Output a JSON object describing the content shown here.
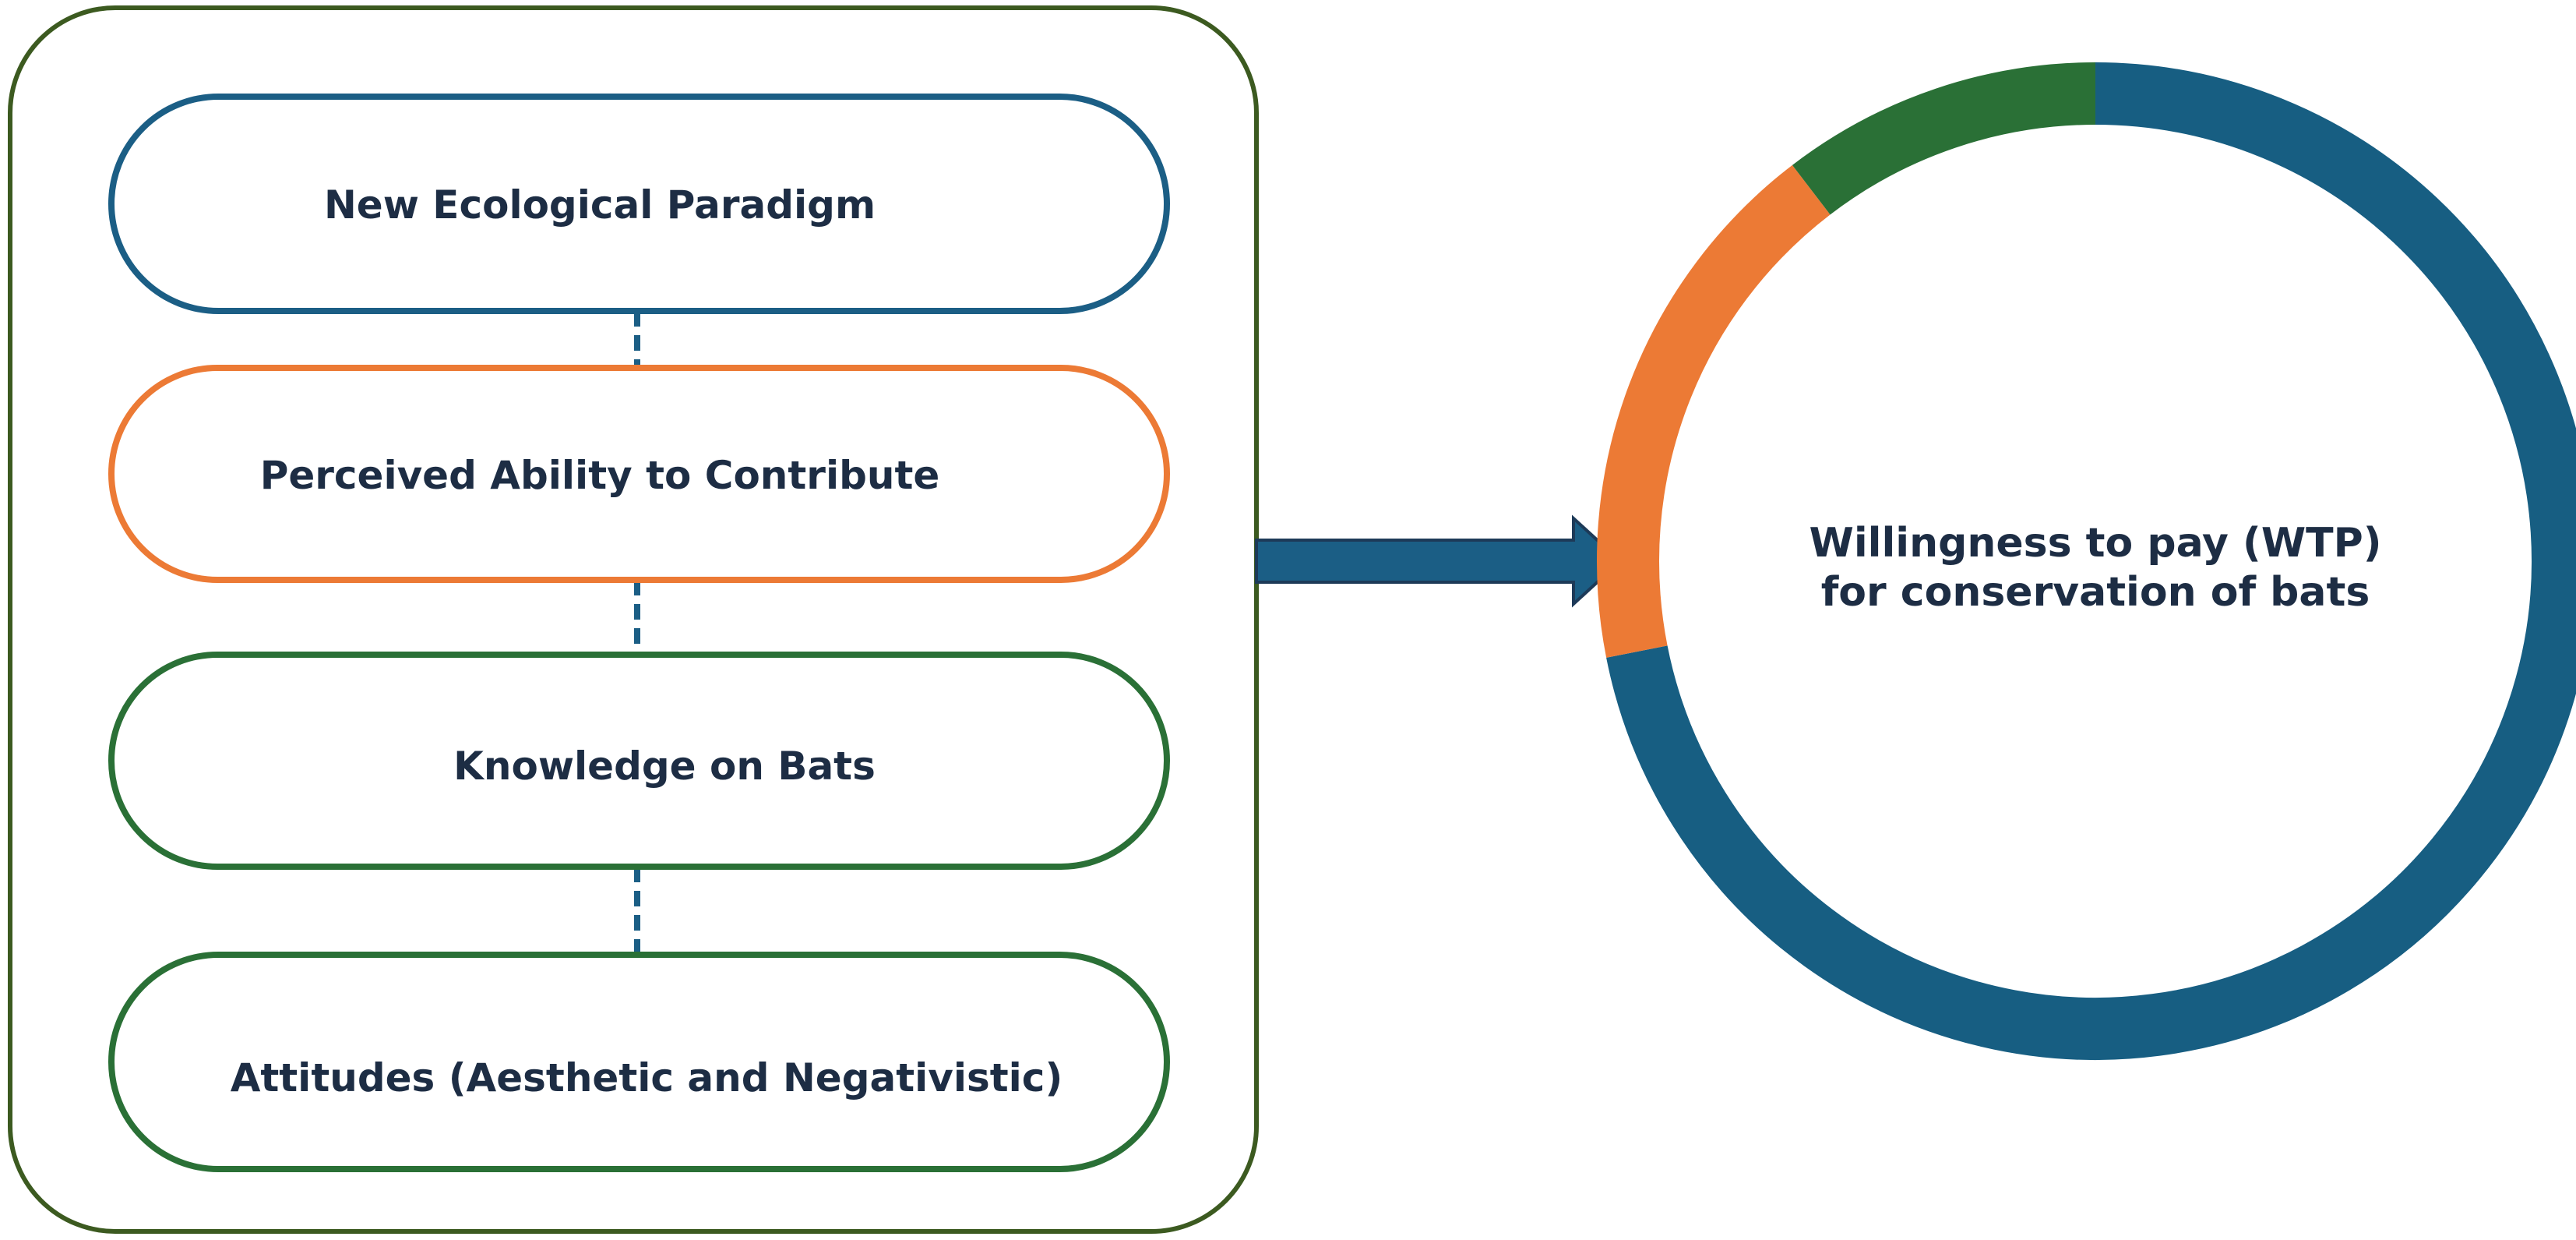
{
  "diagram": {
    "factors": [
      {
        "label": "New Ecological  Paradigm",
        "color": "#1b5e85"
      },
      {
        "label": "Perceived Ability to Contribute",
        "color": "#ec7a35"
      },
      {
        "label": "Knowledge on Bats",
        "color": "#2a7036"
      },
      {
        "label": "Attitudes (Aesthetic and Negativistic)",
        "color": "#2a7036"
      }
    ],
    "container_color": "#3c5a20",
    "connector_color": "#1b5e85",
    "arrow_color": "#1b5e85",
    "target": {
      "label_line1": "Willingness to pay (WTP)",
      "label_line2": "for  conservation of bats"
    },
    "ring_segments": [
      {
        "color": "#175e82",
        "fraction": 0.719
      },
      {
        "color": "#ec7a35",
        "fraction": 0.177
      },
      {
        "color": "#2a7036",
        "fraction": 0.104
      }
    ]
  }
}
